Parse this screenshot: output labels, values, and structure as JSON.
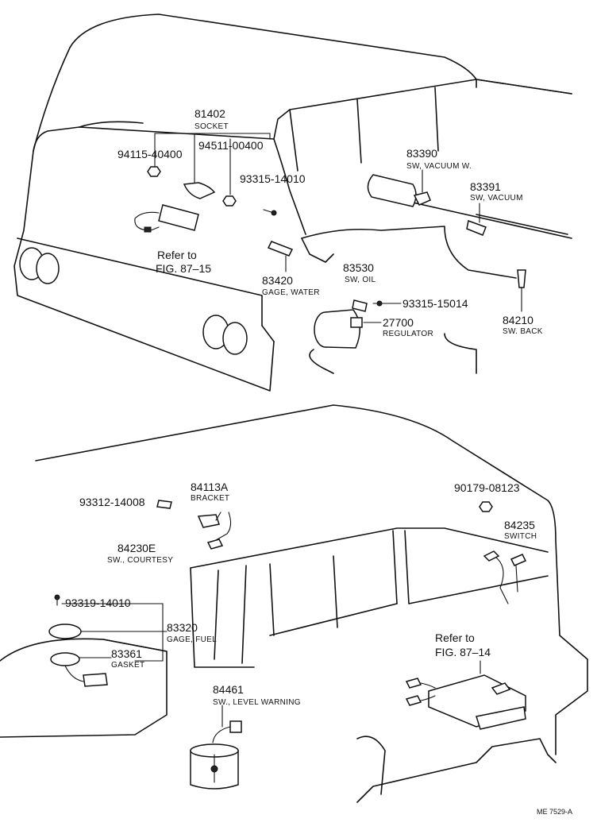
{
  "parts": {
    "p81402": {
      "num": "81402",
      "name": "SOCKET"
    },
    "p94115": {
      "num": "94115-40400"
    },
    "p94511": {
      "num": "94511-00400"
    },
    "p93315a": {
      "num": "93315-14010"
    },
    "p83390": {
      "num": "83390",
      "name": "SW, VACUUM W."
    },
    "p83391": {
      "num": "83391",
      "name": "SW, VACUUM"
    },
    "p83420": {
      "num": "83420",
      "name": "GAGE, WATER"
    },
    "p83530": {
      "num": "83530",
      "name": "SW, OIL"
    },
    "p93315b": {
      "num": "93315-15014"
    },
    "p27700": {
      "num": "27700",
      "name": "REGULATOR"
    },
    "p84210": {
      "num": "84210",
      "name": "SW. BACK"
    },
    "p84113A": {
      "num": "84113A",
      "name": "BRACKET"
    },
    "p93312": {
      "num": "93312-14008"
    },
    "p84230E": {
      "num": "84230E",
      "name": "SW., COURTESY"
    },
    "p90179": {
      "num": "90179-08123"
    },
    "p84235": {
      "num": "84235",
      "name": "SWITCH"
    },
    "p93319": {
      "num": "93319-14010"
    },
    "p83320": {
      "num": "83320",
      "name": "GAGE, FUEL"
    },
    "p83361": {
      "num": "83361",
      "name": "GASKET"
    },
    "p84461": {
      "num": "84461",
      "name": "SW., LEVEL WARNING"
    }
  },
  "refs": {
    "ref1": {
      "line1": "Refer to",
      "line2": "FIG. 87–15"
    },
    "ref2": {
      "line1": "Refer to",
      "line2": "FIG. 87–14"
    }
  },
  "figure_code": "ME 7529-A"
}
